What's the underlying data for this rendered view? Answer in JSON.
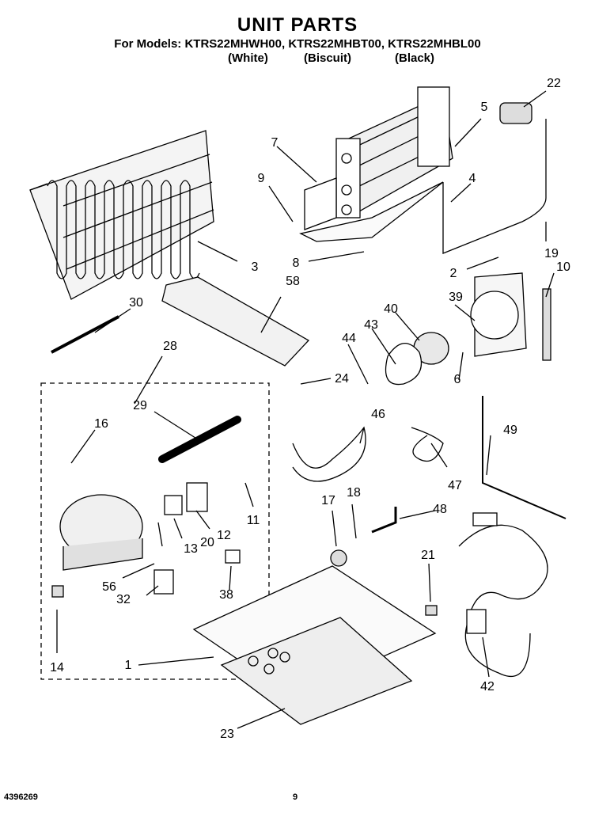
{
  "header": {
    "title": "UNIT PARTS",
    "models_line": "For Models: KTRS22MHWH00, KTRS22MHBT00, KTRS22MHBL00",
    "colors": [
      "(White)",
      "(Biscuit)",
      "(Black)"
    ]
  },
  "callouts": [
    "22",
    "5",
    "7",
    "9",
    "4",
    "3",
    "8",
    "19",
    "2",
    "10",
    "58",
    "39",
    "30",
    "40",
    "43",
    "44",
    "28",
    "24",
    "6",
    "29",
    "16",
    "46",
    "49",
    "47",
    "11",
    "12",
    "20",
    "13",
    "17",
    "18",
    "48",
    "56",
    "32",
    "38",
    "21",
    "1",
    "14",
    "42",
    "23"
  ],
  "footer": {
    "doc_number": "4396269",
    "page_number": "9"
  }
}
